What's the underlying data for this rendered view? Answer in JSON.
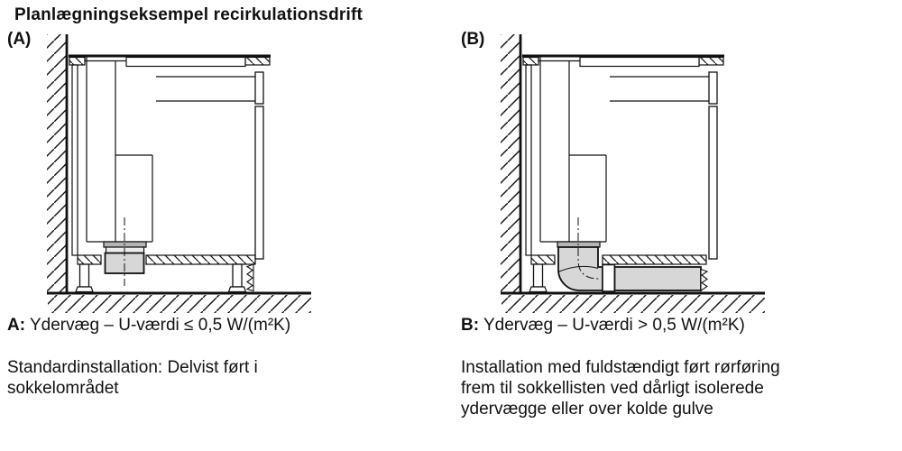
{
  "title": "Planlægningseksempel recirkulationsdrift",
  "diagram_a": {
    "label": "(A)",
    "caption_prefix": "A:",
    "caption": "Ydervæg – U-værdi ≤ 0,5 W/(m²K)",
    "description_lines": [
      "Standardinstallation: Delvist ført i",
      "sokkelområdet"
    ]
  },
  "diagram_b": {
    "label": "(B)",
    "caption_prefix": "B:",
    "caption": "Ydervæg – U-værdi > 0,5 W/(m²K)",
    "description_lines": [
      "Installation med fuldstændigt ført rørføring",
      "frem til sokkellisten ved dårligt isolerede",
      "ydervægge eller over kolde gulve"
    ]
  },
  "colors": {
    "line": "#111111",
    "duct_fill": "#d7d7d7",
    "collar_fill": "#b5b5b5",
    "flange_fill": "#ececec",
    "background": "#ffffff"
  }
}
